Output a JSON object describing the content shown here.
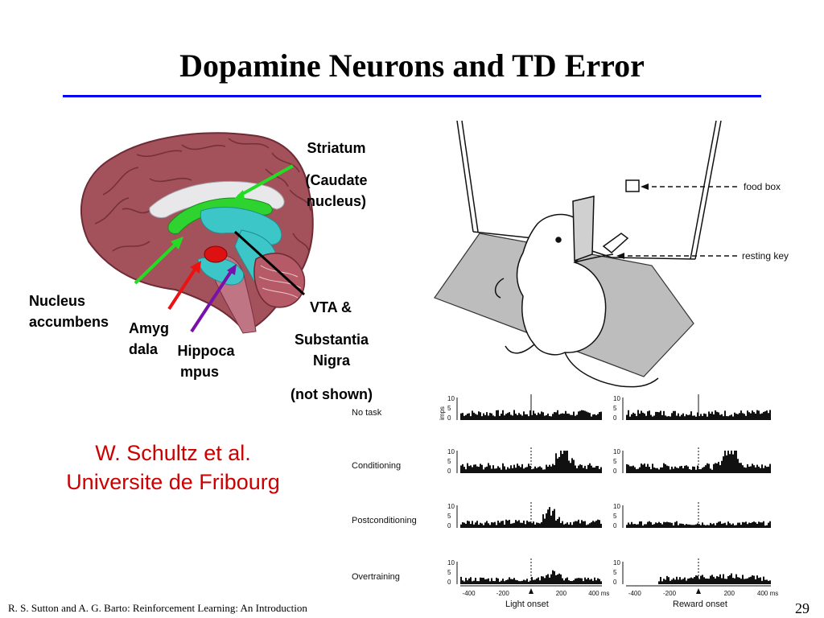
{
  "slide": {
    "title": "Dopamine Neurons and TD Error",
    "footer": "R. S. Sutton and A. G. Barto: Reinforcement Learning: An Introduction",
    "page_number": "29"
  },
  "brain_labels": {
    "striatum": "Striatum",
    "caudate_line1": "(Caudate",
    "caudate_line2": "nucleus)",
    "nucleus_line1": "Nucleus",
    "nucleus_line2": "accumbens",
    "amyg_line1": "Amyg",
    "amyg_line2": "dala",
    "hippo_line1": "Hippoca",
    "hippo_line2": "mpus",
    "vta_line1": "VTA &",
    "vta_line2": "Substantia",
    "vta_line3": "Nigra",
    "vta_line4": "(not shown)"
  },
  "credit": {
    "line1": "W. Schultz et al.",
    "line2": "Universite de Fribourg"
  },
  "monkey_figure": {
    "food_box": "food box",
    "resting_key": "resting key"
  },
  "recordings": {
    "y_axis_label": "imps",
    "rows": [
      "No task",
      "Conditioning",
      "Postconditioning",
      "Overtraining"
    ],
    "y_ticks": [
      "10",
      "5",
      "0"
    ],
    "x_ticks": [
      "-400",
      "-200",
      "200",
      "400 ms"
    ],
    "left_event": "Light onset",
    "right_event": "Reward onset"
  },
  "colors": {
    "title_rule": "#0000ee",
    "credit_text": "#cc0000",
    "striatum_arrow": "#22dd22",
    "nucleus_arrow": "#22dd22",
    "amygdala_arrow": "#ee1111",
    "hippocampus_arrow": "#7711aa",
    "vta_arrow": "#000000"
  }
}
